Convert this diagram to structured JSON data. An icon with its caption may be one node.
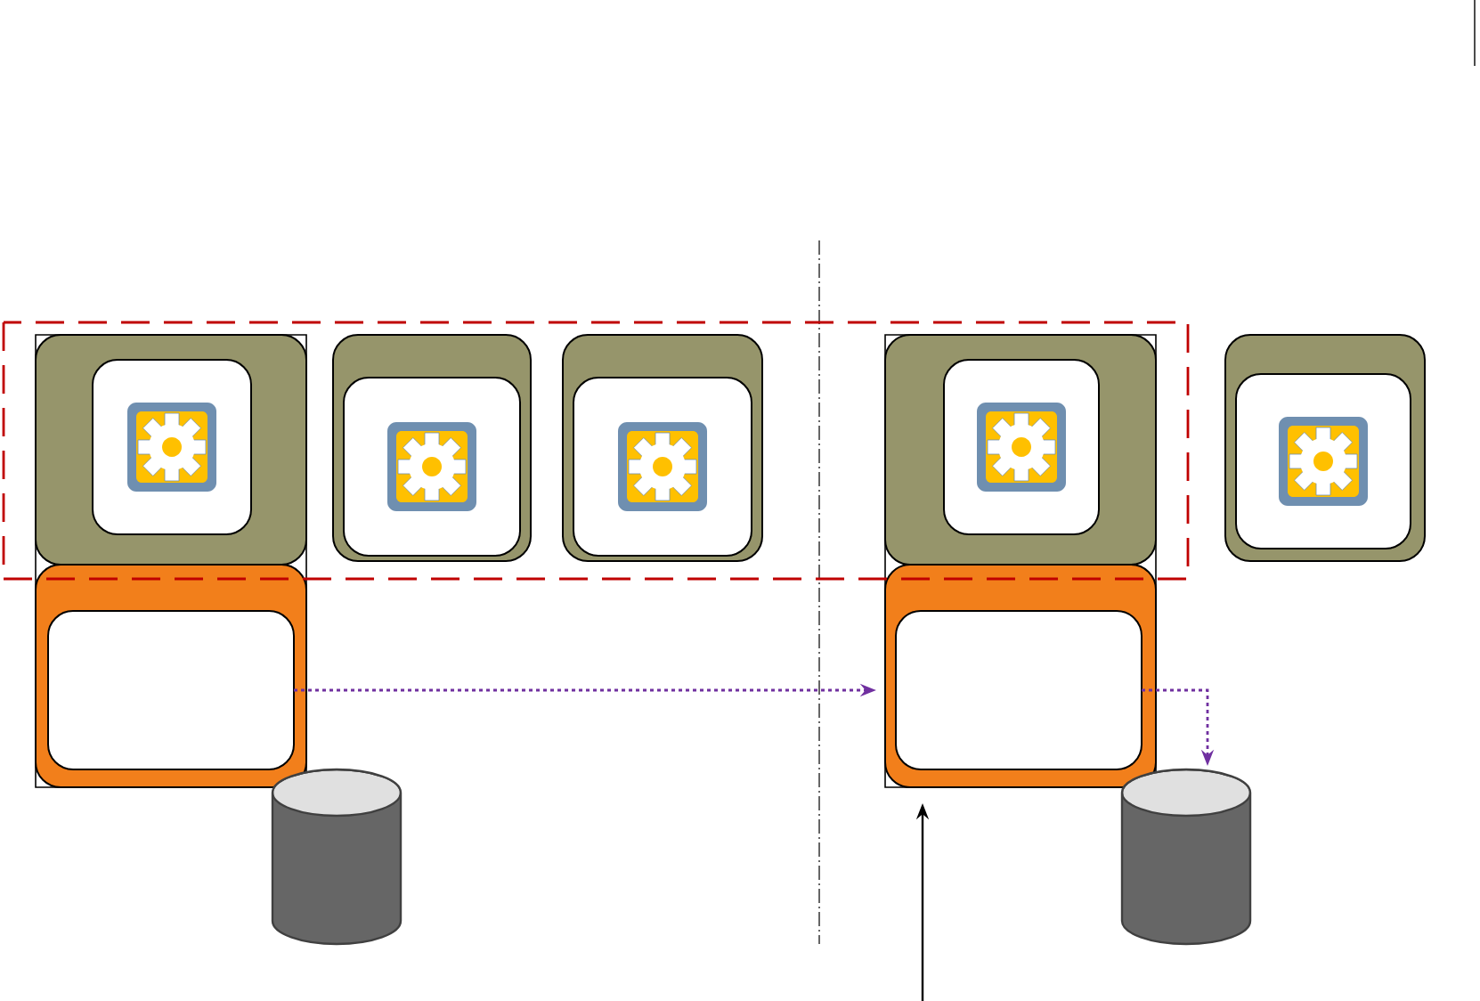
{
  "diagram": {
    "nodes": [
      {
        "text": [],
        "shape": "box"
      },
      {
        "text": [],
        "shape": "box",
        "in": 0
      },
      {
        "text": [],
        "shape": "box",
        "in": 1
      },
      {
        "text": [],
        "shape": "box",
        "in": 0
      },
      {
        "text": [],
        "shape": "box",
        "in": 3
      },
      {
        "text": [],
        "shape": "box"
      },
      {
        "text": [],
        "shape": "box",
        "in": 5
      },
      {
        "text": [],
        "shape": "box"
      },
      {
        "text": [],
        "shape": "box",
        "in": 7
      },
      {
        "text": [],
        "shape": "box"
      },
      {
        "text": [],
        "shape": "box",
        "in": 9
      },
      {
        "text": [],
        "shape": "box",
        "in": 10
      },
      {
        "text": [],
        "shape": "box",
        "in": 9
      },
      {
        "text": [],
        "shape": "box",
        "in": 12
      },
      {
        "text": [],
        "shape": "box"
      },
      {
        "text": [],
        "shape": "box",
        "in": 14
      },
      {
        "text": [],
        "shape": "cylinder"
      },
      {
        "text": [],
        "shape": "cylinder"
      }
    ],
    "edges": [
      {
        "from": 4,
        "to": 12,
        "arrow": "to",
        "style": "dashed",
        "color": "#7030a0"
      },
      {
        "from": 13,
        "to": 17,
        "arrow": "to",
        "style": "dashed",
        "color": "#7030a0"
      },
      {
        "from": null,
        "to": 12,
        "arrow": "to",
        "color": "#000000"
      }
    ]
  }
}
